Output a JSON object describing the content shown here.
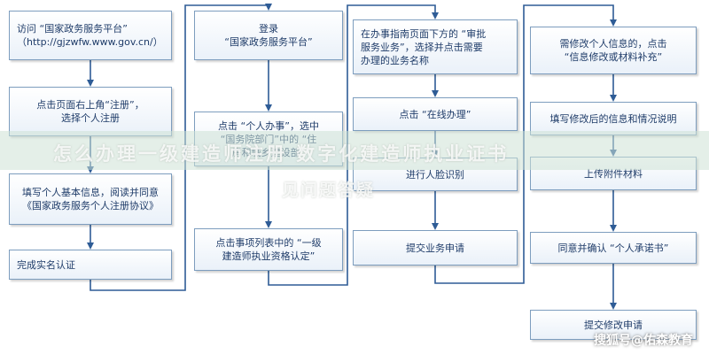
{
  "columns": [
    {
      "steps": [
        "访问 “国家政务服务平台”\n（http://gjzwfw.www.gov.cn/）",
        "点击页面右上角“注册”，\n选择个人注册",
        "填写个人基本信息，阅读并同意\n《国家政务服务个人注册协议》",
        "完成实名认证"
      ]
    },
    {
      "steps": [
        "登录\n“国家政务服务平台”",
        "点击 “个人办事”，选中\n“国务院部门”中的 “住\n房和城乡建设部”",
        "点击事项列表中的 “一级\n建造师执业资格认定”"
      ]
    },
    {
      "steps": [
        "在办事指南页面下方的 “审批\n服务业务”，选择并点击需要\n办理的业务名称",
        "点击 “在线办理”",
        "进行人脸识别",
        "提交业务申请"
      ]
    },
    {
      "steps": [
        "需修改个人信息的，点击\n“信息修改或材料补充”",
        "填写修改后的信息和情况说明",
        "上传附件材料",
        "同意并确认 “个人承诺书”",
        "提交修改申请"
      ]
    }
  ],
  "overlay": {
    "line1": "怎么办理一级建造师注册    数字化建造师执业证书",
    "line2": "见问题答疑"
  },
  "watermark": "搜狐号@佑森教育",
  "colors": {
    "line": "#2e5c96",
    "box_border": "#7d9dbe",
    "text": "#1f3c69"
  }
}
